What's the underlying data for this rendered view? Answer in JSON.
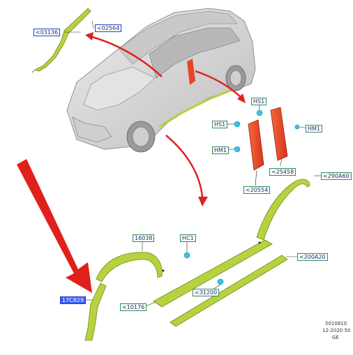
{
  "labels": {
    "l03136": "<03136",
    "l02564": "<02564",
    "hs1_top": "HS1",
    "hs1_left": "HS1",
    "hm1_right": "HM1",
    "hm1_left": "HM1",
    "l25458": "<25458",
    "l20554": "<20554",
    "l290A60": "<290A60",
    "l16038": "16038",
    "hc1": "HC1",
    "l200A20": "<200A20",
    "l31200": "<31200",
    "l10176": "<10176",
    "l17C829": "17C829"
  },
  "footer": {
    "code": "5010810",
    "date": "12-2020 50",
    "region": "GE"
  },
  "colors": {
    "part_green": "#b6d23e",
    "part_red": "#e8442a",
    "arrow_red": "#e02020",
    "car_body": "#d9d9d9",
    "clip_cyan": "#36c6e0"
  }
}
